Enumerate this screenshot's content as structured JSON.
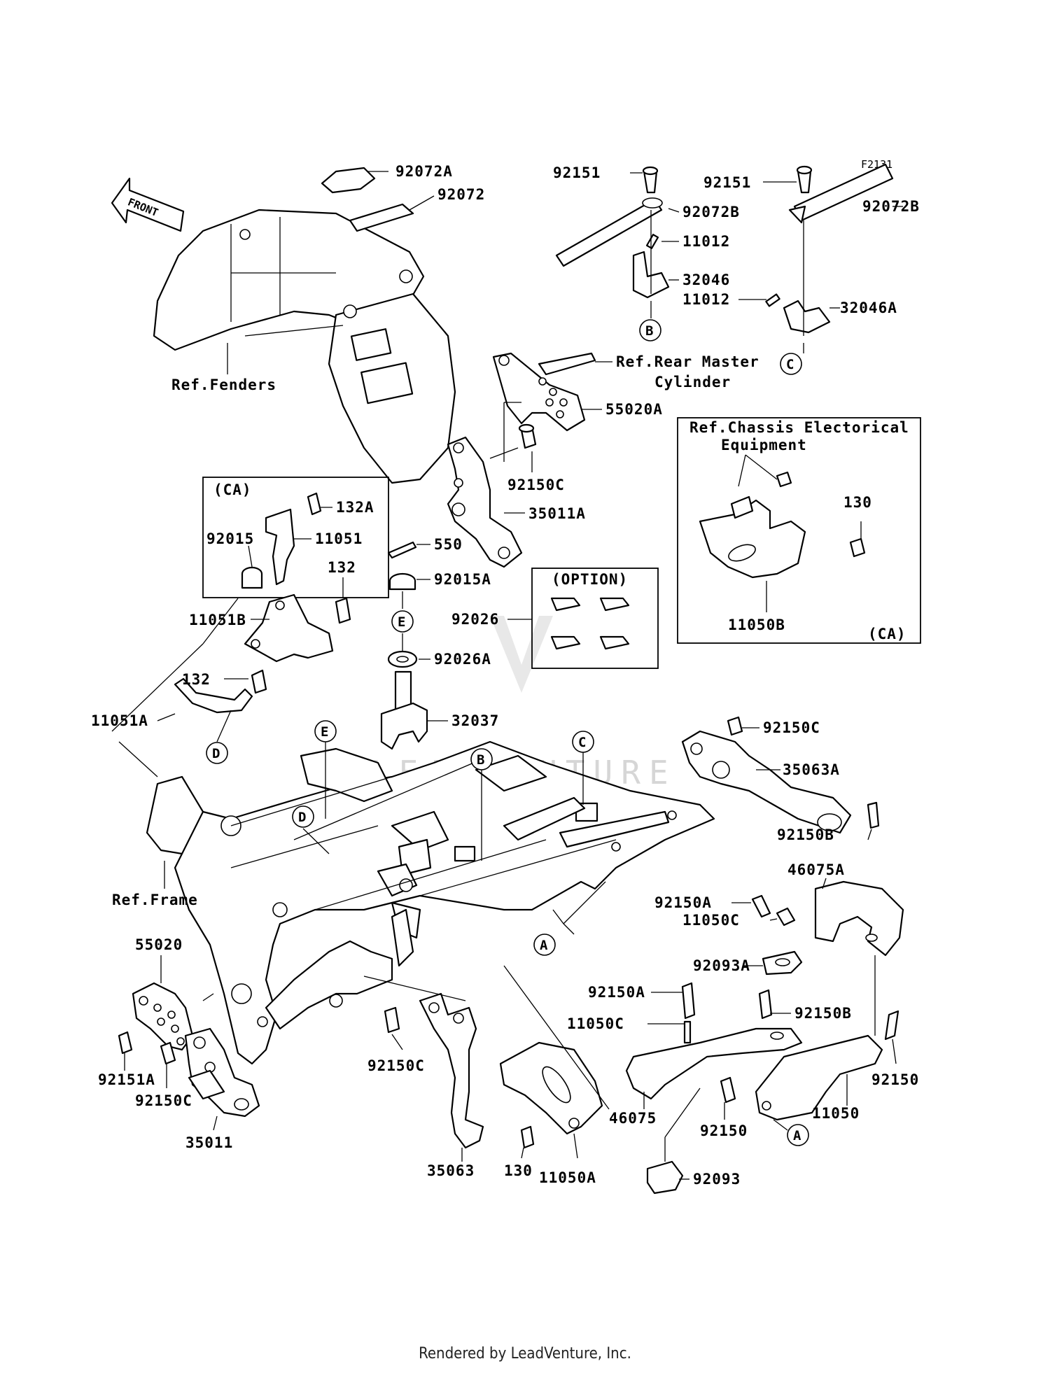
{
  "diagram_code": "F2131",
  "front_arrow": "FRONT",
  "boxes": {
    "ca_box_label": "(CA)",
    "option_box_label": "(OPTION)",
    "chassis_box_title": "Ref.Chassis Electorical",
    "chassis_box_title2": "Equipment",
    "chassis_box_ca": "(CA)"
  },
  "refs": {
    "fenders": "Ref.Fenders",
    "frame": "Ref.Frame",
    "rear_master": "Ref.Rear Master",
    "rear_master2": "Cylinder"
  },
  "callouts": [
    "A",
    "B",
    "C",
    "D",
    "E"
  ],
  "parts": {
    "p92072A": "92072A",
    "p92072": "92072",
    "p92151_1": "92151",
    "p92072B_1": "92072B",
    "p11012_1": "11012",
    "p32046": "32046",
    "p92151_2": "92151",
    "p92072B_2": "92072B",
    "p11012_2": "11012",
    "p32046A": "32046A",
    "p55020A": "55020A",
    "p92150C_1": "92150C",
    "p35011A": "35011A",
    "p132A": "132A",
    "p92015": "92015",
    "p11051": "11051",
    "p132_1": "132",
    "p11051B": "11051B",
    "p550": "550",
    "p92015A": "92015A",
    "p92026": "92026",
    "p92026A": "92026A",
    "p130_1": "130",
    "p11050B": "11050B",
    "p132_2": "132",
    "p11051A": "11051A",
    "p32037": "32037",
    "p92150C_2": "92150C",
    "p35063A": "35063A",
    "p92150B_1": "92150B",
    "p46075A": "46075A",
    "p92150A_1": "92150A",
    "p11050C_1": "11050C",
    "p92093A": "92093A",
    "p55020": "55020",
    "p92150A_2": "92150A",
    "p92150B_2": "92150B",
    "p11050C_2": "11050C",
    "p92150_1": "92150",
    "p92151A": "92151A",
    "p92150C_3": "92150C",
    "p92150C_4": "92150C",
    "p35011": "35011",
    "p46075": "46075",
    "p11050": "11050",
    "p92150_2": "92150",
    "p35063": "35063",
    "p130_2": "130",
    "p11050A": "11050A",
    "p92093": "92093"
  },
  "watermark_text": "LEADVENTURE",
  "footer": "Rendered by LeadVenture, Inc."
}
